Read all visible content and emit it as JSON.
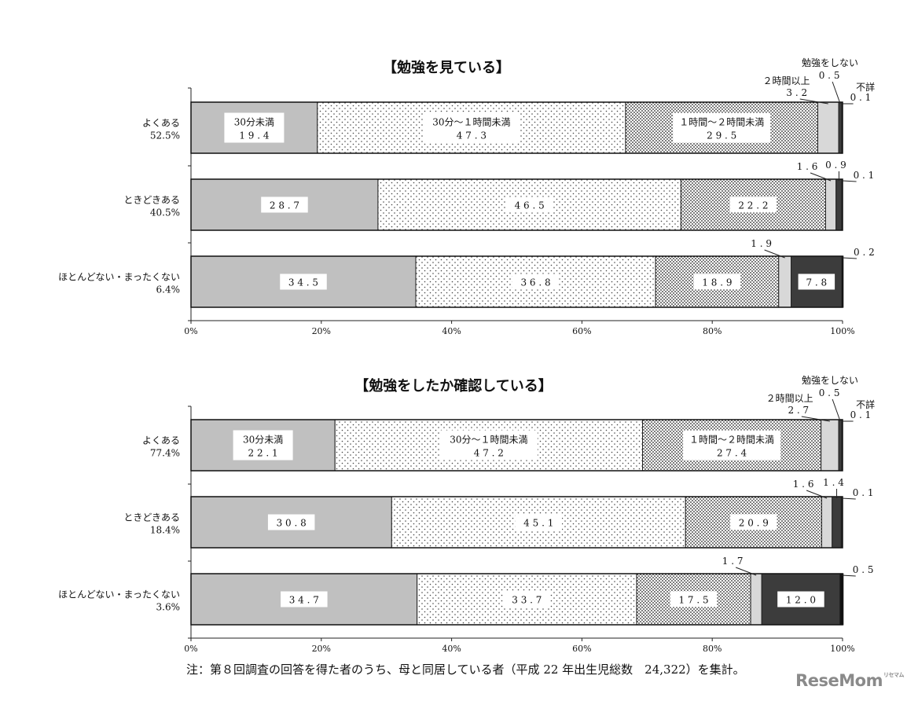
{
  "chart_data": [
    {
      "type": "bar",
      "orientation": "horizontal",
      "stacked": true,
      "title": "【勉強を見ている】",
      "categories": [
        {
          "label": "よくある",
          "pct": "52.5%"
        },
        {
          "label": "ときどきある",
          "pct": "40.5%"
        },
        {
          "label": "ほとんどない・まったくない",
          "pct": "6.4%"
        }
      ],
      "series": [
        {
          "name": "30分未満",
          "values": [
            19.4,
            28.7,
            34.5
          ],
          "labels": [
            "19.4",
            "28.7",
            "34.5"
          ]
        },
        {
          "name": "30分～１時間未満",
          "values": [
            47.3,
            46.5,
            36.8
          ],
          "labels": [
            "47.3",
            "46.5",
            "36.8"
          ]
        },
        {
          "name": "１時間～２時間未満",
          "values": [
            29.5,
            22.2,
            18.9
          ],
          "labels": [
            "29.5",
            "22.2",
            "18.9"
          ]
        },
        {
          "name": "２時間以上",
          "values": [
            3.2,
            1.6,
            1.9
          ],
          "labels": [
            "3.2",
            "1.6",
            "1.9"
          ]
        },
        {
          "name": "勉強をしない",
          "values": [
            0.5,
            0.9,
            7.8
          ],
          "labels": [
            "0.5",
            "0.9",
            "7.8"
          ]
        },
        {
          "name": "不詳",
          "values": [
            0.1,
            0.1,
            0.2
          ],
          "labels": [
            "0.1",
            "0.1",
            "0.2"
          ]
        }
      ],
      "xlim": [
        0,
        100
      ],
      "xticks": [
        "0%",
        "20%",
        "40%",
        "60%",
        "80%",
        "100%"
      ]
    },
    {
      "type": "bar",
      "orientation": "horizontal",
      "stacked": true,
      "title": "【勉強をしたか確認している】",
      "categories": [
        {
          "label": "よくある",
          "pct": "77.4%"
        },
        {
          "label": "ときどきある",
          "pct": "18.4%"
        },
        {
          "label": "ほとんどない・まったくない",
          "pct": "3.6%"
        }
      ],
      "series": [
        {
          "name": "30分未満",
          "values": [
            22.1,
            30.8,
            34.7
          ],
          "labels": [
            "22.1",
            "30.8",
            "34.7"
          ]
        },
        {
          "name": "30分～１時間未満",
          "values": [
            47.2,
            45.1,
            33.7
          ],
          "labels": [
            "47.2",
            "45.1",
            "33.7"
          ]
        },
        {
          "name": "１時間～２時間未満",
          "values": [
            27.4,
            20.9,
            17.5
          ],
          "labels": [
            "27.4",
            "20.9",
            "17.5"
          ]
        },
        {
          "name": "２時間以上",
          "values": [
            2.7,
            1.6,
            1.7
          ],
          "labels": [
            "2.7",
            "1.6",
            "1.7"
          ]
        },
        {
          "name": "勉強をしない",
          "values": [
            0.5,
            1.4,
            12.0
          ],
          "labels": [
            "0.5",
            "1.4",
            "12.0"
          ]
        },
        {
          "name": "不詳",
          "values": [
            0.1,
            0.1,
            0.5
          ],
          "labels": [
            "0.1",
            "0.1",
            "0.5"
          ]
        }
      ],
      "xlim": [
        0,
        100
      ],
      "xticks": [
        "0%",
        "20%",
        "40%",
        "60%",
        "80%",
        "100%"
      ]
    }
  ],
  "style": {
    "colors": [
      "#c0c0c0",
      "#ffffff",
      "#ffffff",
      "#d8d8d8",
      "#3c3c3c",
      "#111111"
    ],
    "patterns": [
      "solid",
      "sparse-dots",
      "dense-dots",
      "solid",
      "solid",
      "solid"
    ]
  },
  "note": "注：第８回調査の回答を得た者のうち、母と同居している者（平成 22 年出生児総数　24,322）を集計。",
  "logo_text": "ReseMom"
}
